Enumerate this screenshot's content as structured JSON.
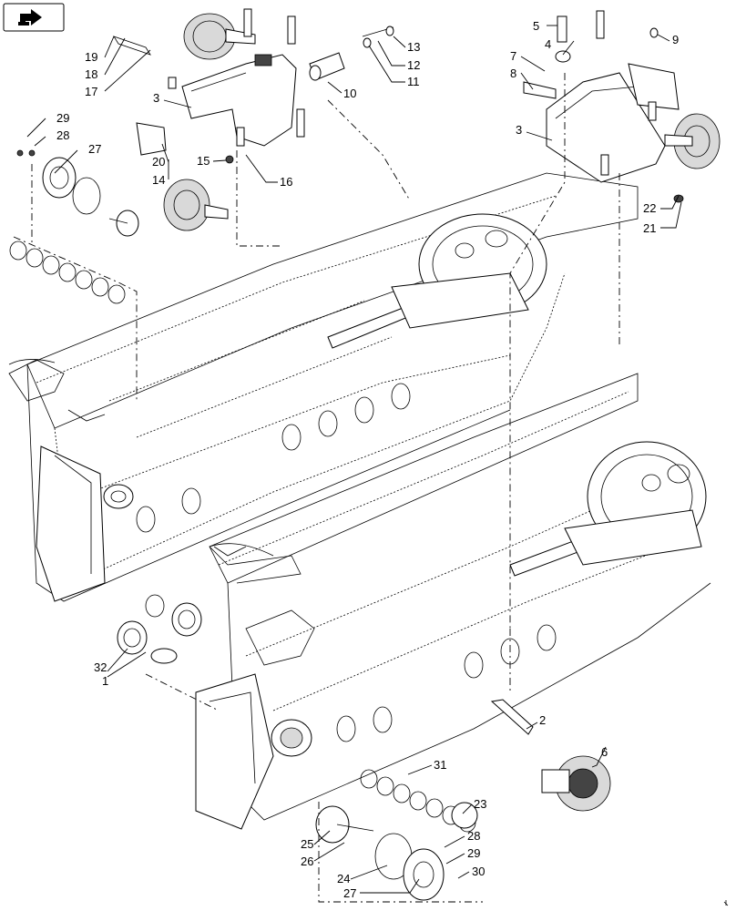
{
  "nav": {
    "icon": "back-arrow-icon"
  },
  "callouts": [
    {
      "id": "c1",
      "label": "1"
    },
    {
      "id": "c2",
      "label": "2"
    },
    {
      "id": "c3a",
      "label": "3"
    },
    {
      "id": "c3b",
      "label": "3"
    },
    {
      "id": "c4",
      "label": "4"
    },
    {
      "id": "c5",
      "label": "5"
    },
    {
      "id": "c6",
      "label": "6"
    },
    {
      "id": "c7",
      "label": "7"
    },
    {
      "id": "c8",
      "label": "8"
    },
    {
      "id": "c9",
      "label": "9"
    },
    {
      "id": "c10",
      "label": "10"
    },
    {
      "id": "c11",
      "label": "11"
    },
    {
      "id": "c12",
      "label": "12"
    },
    {
      "id": "c13",
      "label": "13"
    },
    {
      "id": "c14",
      "label": "14"
    },
    {
      "id": "c15",
      "label": "15"
    },
    {
      "id": "c16",
      "label": "16"
    },
    {
      "id": "c17",
      "label": "17"
    },
    {
      "id": "c18",
      "label": "18"
    },
    {
      "id": "c19",
      "label": "19"
    },
    {
      "id": "c20",
      "label": "20"
    },
    {
      "id": "c21",
      "label": "21"
    },
    {
      "id": "c22",
      "label": "22"
    },
    {
      "id": "c23",
      "label": "23"
    },
    {
      "id": "c24",
      "label": "24"
    },
    {
      "id": "c25",
      "label": "25"
    },
    {
      "id": "c26",
      "label": "26"
    },
    {
      "id": "c27a",
      "label": "27"
    },
    {
      "id": "c27b",
      "label": "27"
    },
    {
      "id": "c28a",
      "label": "28"
    },
    {
      "id": "c28b",
      "label": "28"
    },
    {
      "id": "c29a",
      "label": "29"
    },
    {
      "id": "c29b",
      "label": "29"
    },
    {
      "id": "c30",
      "label": "30"
    },
    {
      "id": "c31",
      "label": "31"
    },
    {
      "id": "c32",
      "label": "32"
    }
  ],
  "colors": {
    "line": "#000000",
    "fill": "#ffffff",
    "shade": "#d9d9d9"
  }
}
